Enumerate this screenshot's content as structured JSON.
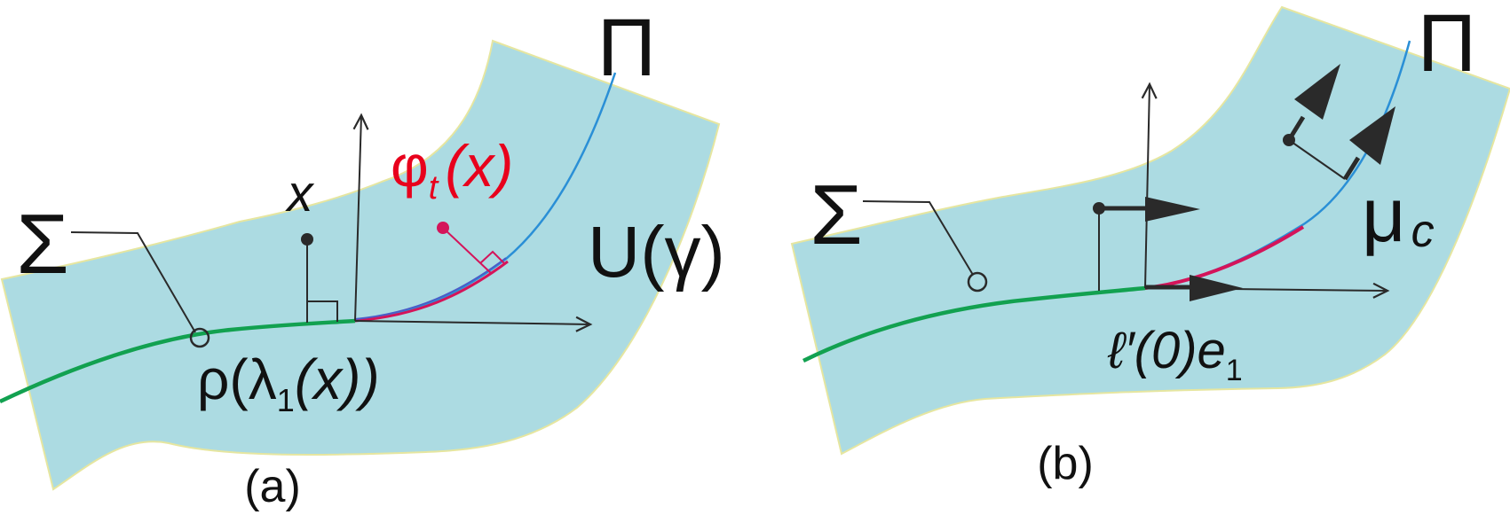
{
  "colors": {
    "region_fill": "#acdbe2",
    "region_edge": "#e6e6a0",
    "sigma_curve": "#12a150",
    "pi_curve": "#2a8fd6",
    "flow_curve": "#d4145a",
    "flow_curve_blue": "#4a5cc8",
    "ink": "#2a2a2a",
    "red_label": "#e8001c"
  },
  "panel_a": {
    "caption": "(a)",
    "pi_label": "Π",
    "sigma_label": "Σ",
    "x_label": "x",
    "phi_base": "φ",
    "phi_sub": "t",
    "phi_arg": "(x)",
    "u_gamma": "U(γ)",
    "rho_base": "ρ(λ",
    "rho_sub": "1",
    "rho_rest": "(x))"
  },
  "panel_b": {
    "caption": "(b)",
    "pi_label": "Π",
    "sigma_label": "Σ",
    "mu_base": "μ",
    "mu_sub": "c",
    "ell_base": "ℓ′(0)e",
    "ell_sub": "1"
  }
}
